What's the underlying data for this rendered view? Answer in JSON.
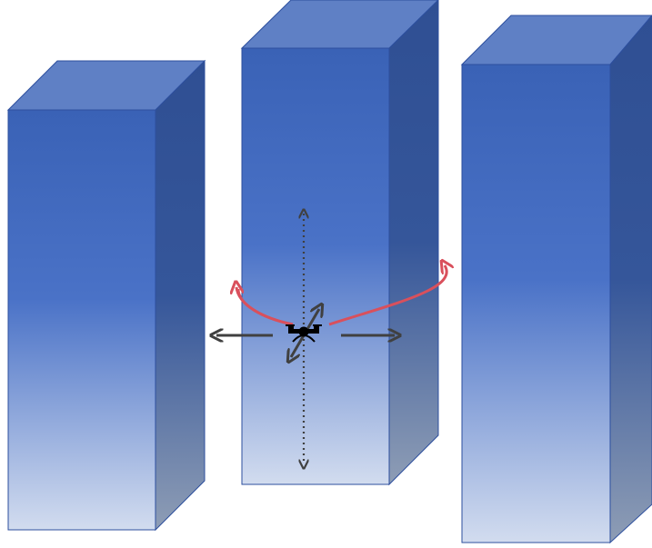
{
  "colors": {
    "background": "#ffffff",
    "block_front_top": "#3a62b6",
    "block_front_mid": "#4a72c7",
    "block_front_bottom": "#d2dcef",
    "block_side_top": "#2f4f93",
    "block_side_bottom": "#8e9db5",
    "block_top_face": "#5f80c5",
    "block_outline": "#2d4f9e",
    "arrow_dark": "#404040",
    "rotation_arrow": "#d9505c",
    "drone": "#000000"
  },
  "scene": {
    "blocks": [
      "left-block",
      "center-block",
      "right-block"
    ],
    "drone_icon": "quadcopter-icon",
    "motions": [
      "move-left",
      "move-right",
      "move-up",
      "move-down",
      "move-forward",
      "move-backward",
      "yaw-rotation"
    ]
  }
}
